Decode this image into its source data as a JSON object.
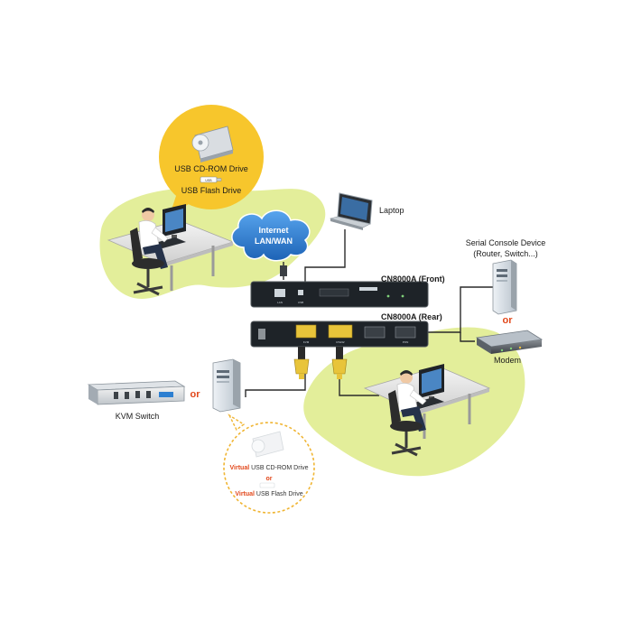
{
  "labels": {
    "usb_cdrom": "USB CD-ROM Drive",
    "usb_flash": "USB Flash Drive",
    "usb_badge": "USB",
    "laptop": "Laptop",
    "internet": "Internet",
    "lan_wan": "LAN/WAN",
    "serial_device_line1": "Serial Console Device",
    "serial_device_line2": "(Router, Switch...)",
    "or": "or",
    "modem": "Modem",
    "cn_front": "CN8000A (Front)",
    "cn_rear": "CN8000A (Rear)",
    "kvm_switch": "KVM Switch",
    "virtual_word": "Virtual",
    "virtual_cdrom_rest": " USB CD-ROM Drive",
    "virtual_flash_rest": " USB Flash Drive",
    "front_port_1": "LAN",
    "front_port_2": "USB",
    "rear_port_1": "KVM",
    "rear_port_2": "RS232",
    "rear_port_3": "PON"
  },
  "colors": {
    "island": "#e3ee9a",
    "bubble": "#f7c62c",
    "cloud": "#2d7fd1",
    "device_dark": "#1e2328",
    "or_accent": "#e2481b",
    "cable": "#2a2a2a",
    "connector": "#e8c43a"
  }
}
